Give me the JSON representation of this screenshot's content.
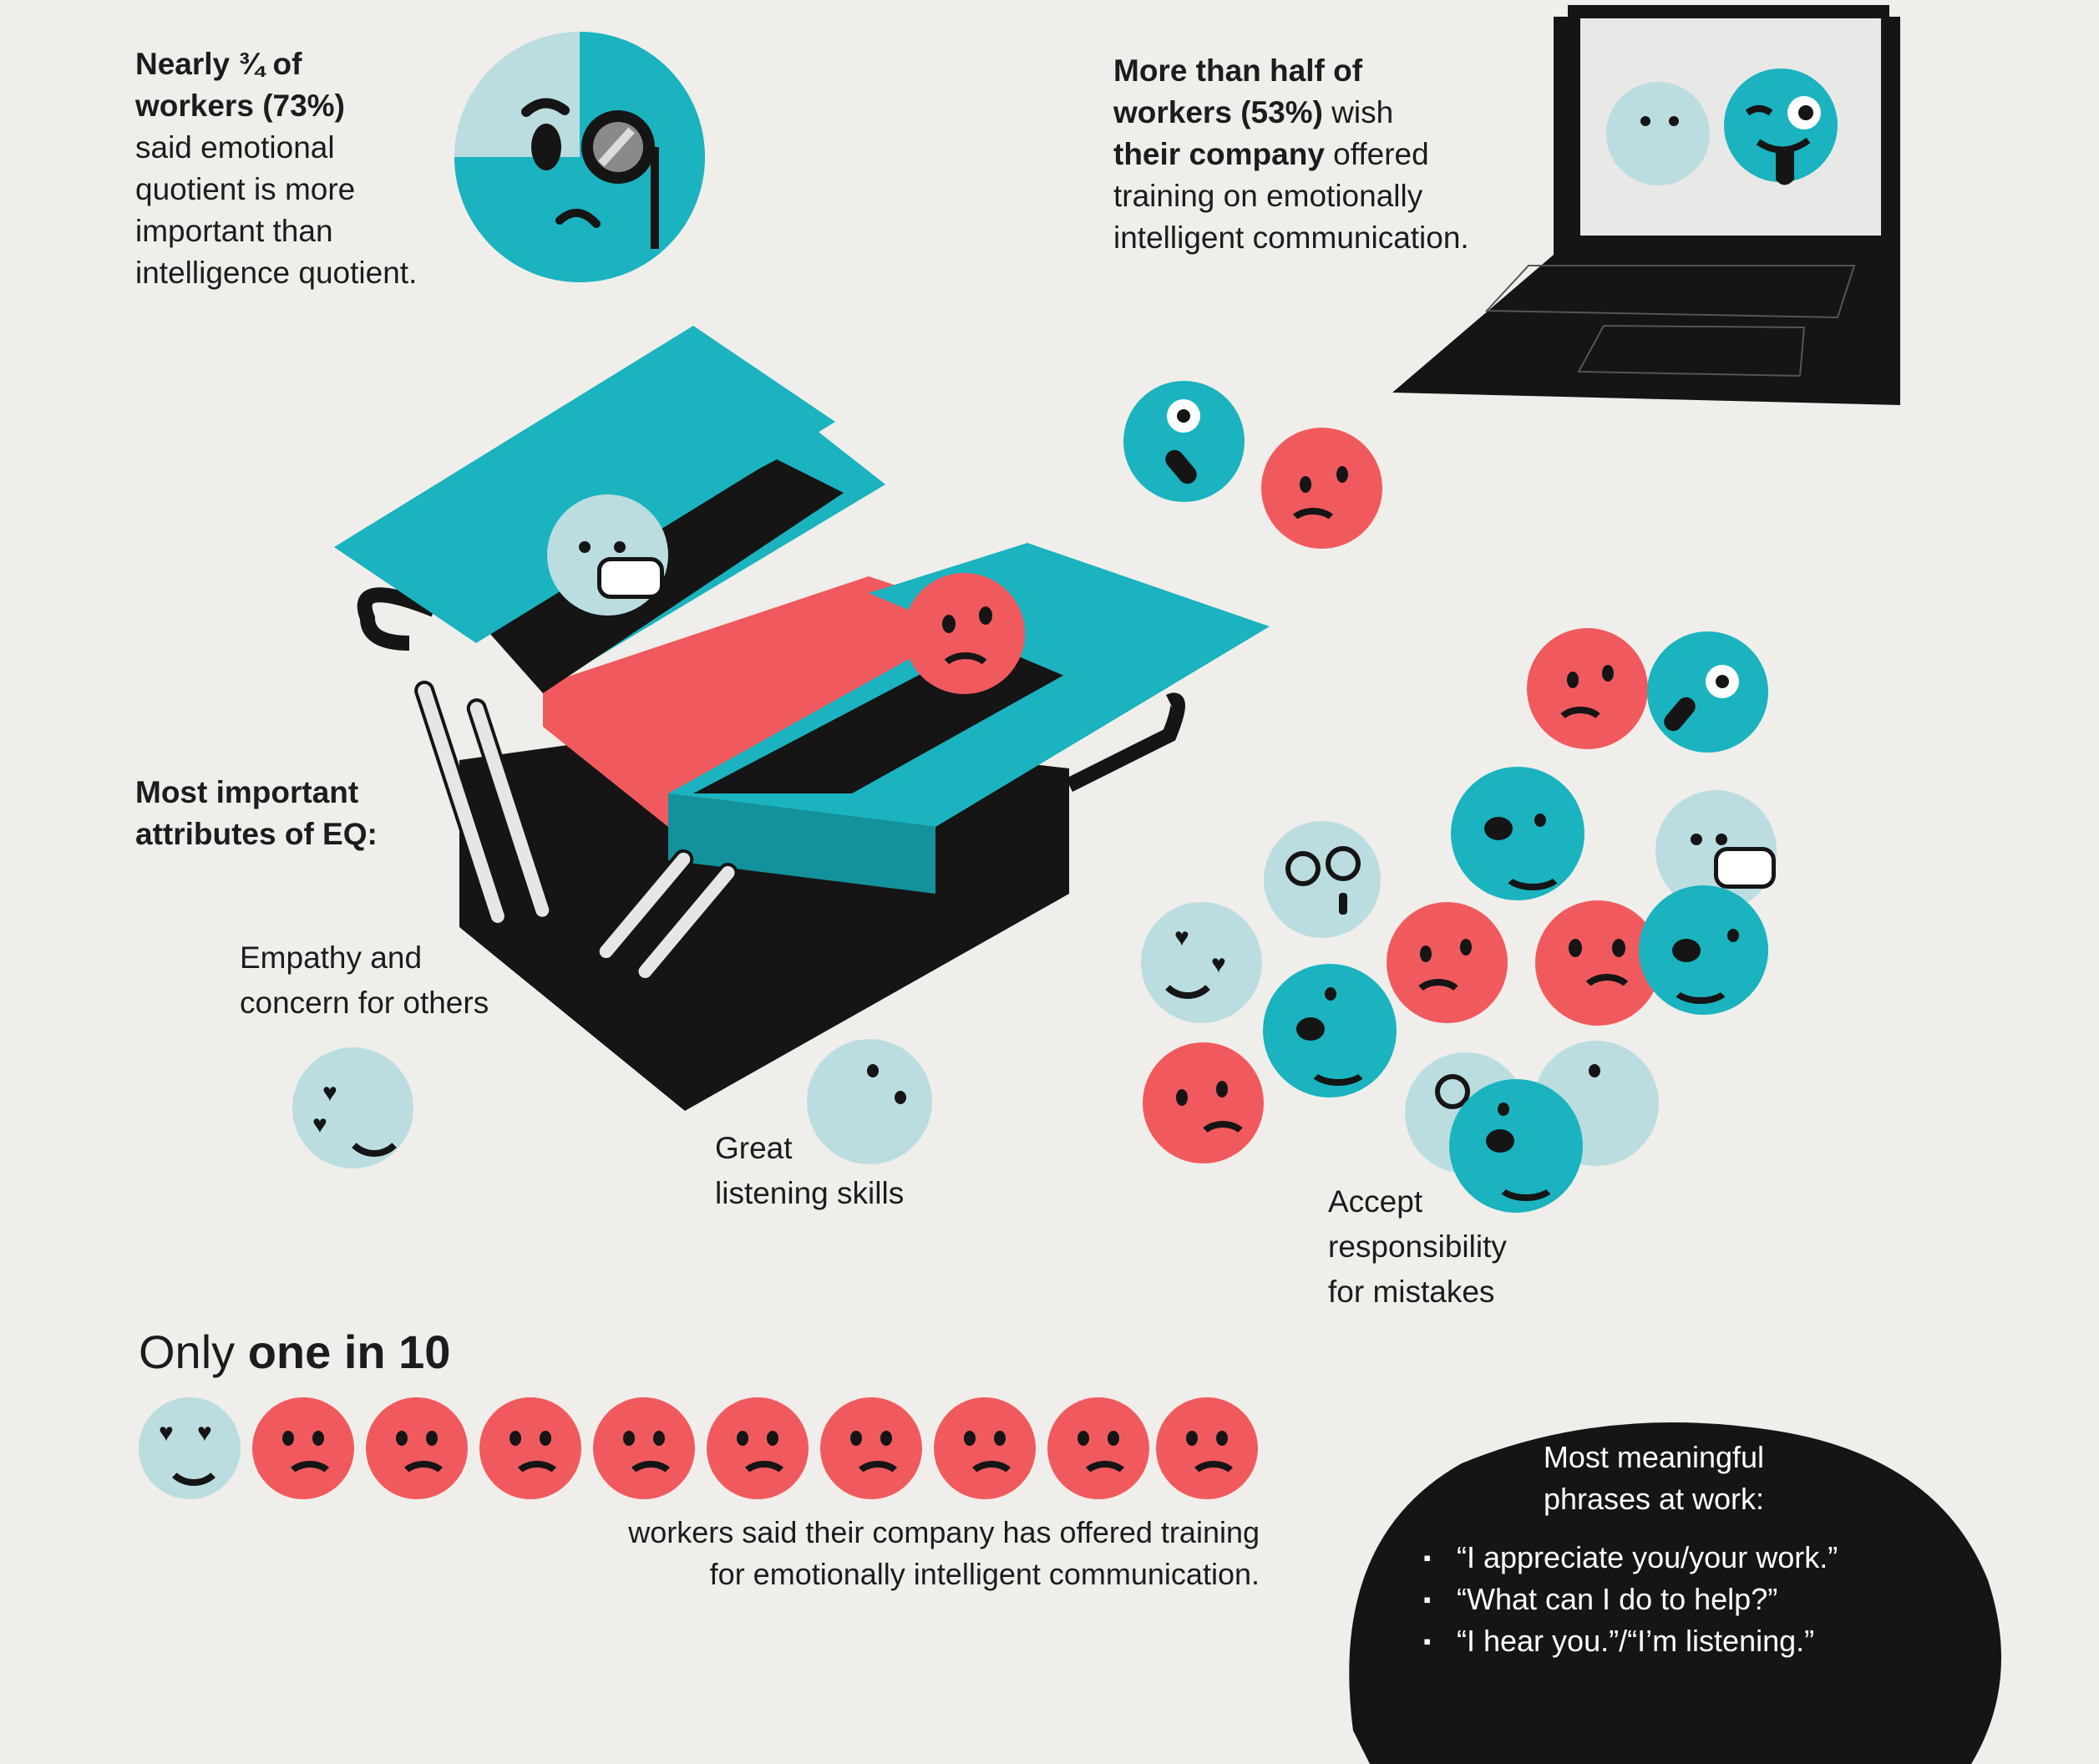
{
  "stat_eq_iq": {
    "line1": "Nearly ¾ of",
    "line2": "workers (73%)",
    "line3": "said emotional",
    "line4": "quotient is more",
    "line5": "important than",
    "line6": "intelligence quotient."
  },
  "stat_training_wish": {
    "line1": "More than half of",
    "line2_bold": "workers (53%)",
    "line2_rest": " wish",
    "line3_bold": "their company",
    "line3_rest": " offered",
    "line4": "training on emotionally",
    "line5": "intelligent communication."
  },
  "attributes": {
    "heading_line1": "Most important",
    "heading_line2": "attributes of EQ:",
    "items": [
      {
        "line1": "Empathy and",
        "line2": "concern for others"
      },
      {
        "line1": "Great",
        "line2": "listening skills"
      },
      {
        "line1": "Accept",
        "line2": "responsibility",
        "line3": "for mistakes"
      }
    ]
  },
  "one_in_ten": {
    "prefix": "Only ",
    "bold": "one in 10",
    "caption_line1": "workers said their company has offered training",
    "caption_line2": "for emotionally intelligent communication."
  },
  "phrases": {
    "title_line1": "Most meaningful",
    "title_line2": "phrases at work:",
    "items": [
      "“I appreciate you/your work.”",
      "“What can I do to help?”",
      "“I hear you.”/“I’m listening.”"
    ]
  },
  "colors": {
    "teal": "#1ab3bf",
    "red": "#f05a5e",
    "pale": "#bcdde0",
    "ink": "#151515",
    "background": "#efeeea"
  }
}
